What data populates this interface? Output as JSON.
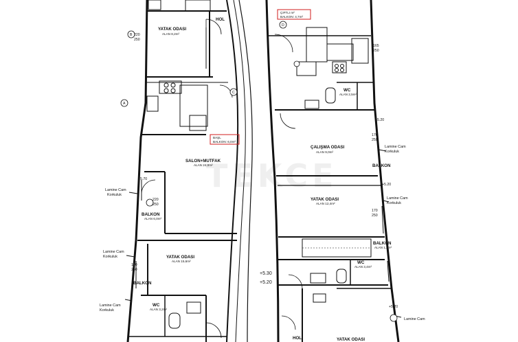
{
  "rooms_left": {
    "hol": {
      "name": "HOL"
    },
    "yatak_1": {
      "name": "YATAK ODASI",
      "area": "ALAN 8,2m²"
    },
    "salon_mutfak": {
      "name": "SALON+MUTFAK",
      "area": "ALAN 24,0m²"
    },
    "balkon_1": {
      "name": "BALKON",
      "area": "ALAN 6,0m²"
    },
    "yatak_2": {
      "name": "YATAK ODASI",
      "area": "ALAN 15,6m²"
    },
    "balkon_2": {
      "name": "BALKON"
    },
    "wc": {
      "name": "WC",
      "area": "ALAN 3,2m²"
    },
    "redbox": {
      "line1": "BAŞL",
      "line2": "BALKON: 6,0m²"
    }
  },
  "rooms_right": {
    "calisma": {
      "name": "ÇALIŞMA ODASI",
      "area": "ALAN 9,0m²"
    },
    "balkon_1": {
      "name": "BALKON"
    },
    "yatak_1": {
      "name": "YATAK ODASI",
      "area": "ALAN 12,4m²"
    },
    "balkon_2": {
      "name": "BALKON",
      "area": "ALAN 1,2m²"
    },
    "wc_1": {
      "name": "WC",
      "area": "ALAN 2,5m²"
    },
    "wc_2": {
      "name": "WC",
      "area": "ALAN 3,4m²"
    },
    "hol": {
      "name": "HOL"
    },
    "yatak_2": {
      "name": "YATAK ODASI"
    },
    "redbox": {
      "line1": "ÇIFTLI m²",
      "line2": "BALKON: 4,7m²"
    }
  },
  "side_labels": {
    "lamine_left_1": [
      "Lamine Cam",
      "Korkuluk"
    ],
    "lamine_left_2": [
      "Lamine Cam",
      "Korkuluk"
    ],
    "lamine_left_3": [
      "Lamine Cam",
      "Korkuluk"
    ],
    "lamine_right_1": [
      "Lamine Cam",
      "Korkuluk"
    ],
    "lamine_right_2": [
      "Lamine Cam",
      "Korkuluk"
    ],
    "lamine_right_3": [
      "Lamine Cam"
    ]
  },
  "levels": {
    "upper": "+5.30",
    "lower": "+5.20",
    "right_1": "+5.20",
    "right_2": "+5.20",
    "right_3": "+5.20"
  },
  "dimensions": {
    "d1": [
      "220",
      "250"
    ],
    "d2": [
      "220",
      "250"
    ],
    "d3": [
      "170",
      "250"
    ],
    "d4": [
      "170",
      "250"
    ],
    "d5": [
      "120",
      "250"
    ],
    "d6": [
      "165",
      "250"
    ],
    "left_sill": "5.70"
  },
  "markers": {
    "a": "A",
    "b": "B",
    "c": "C",
    "d": "D"
  },
  "watermark": "TEKCE",
  "colors": {
    "line": "#111111",
    "accent_red": "#d01c1c"
  }
}
